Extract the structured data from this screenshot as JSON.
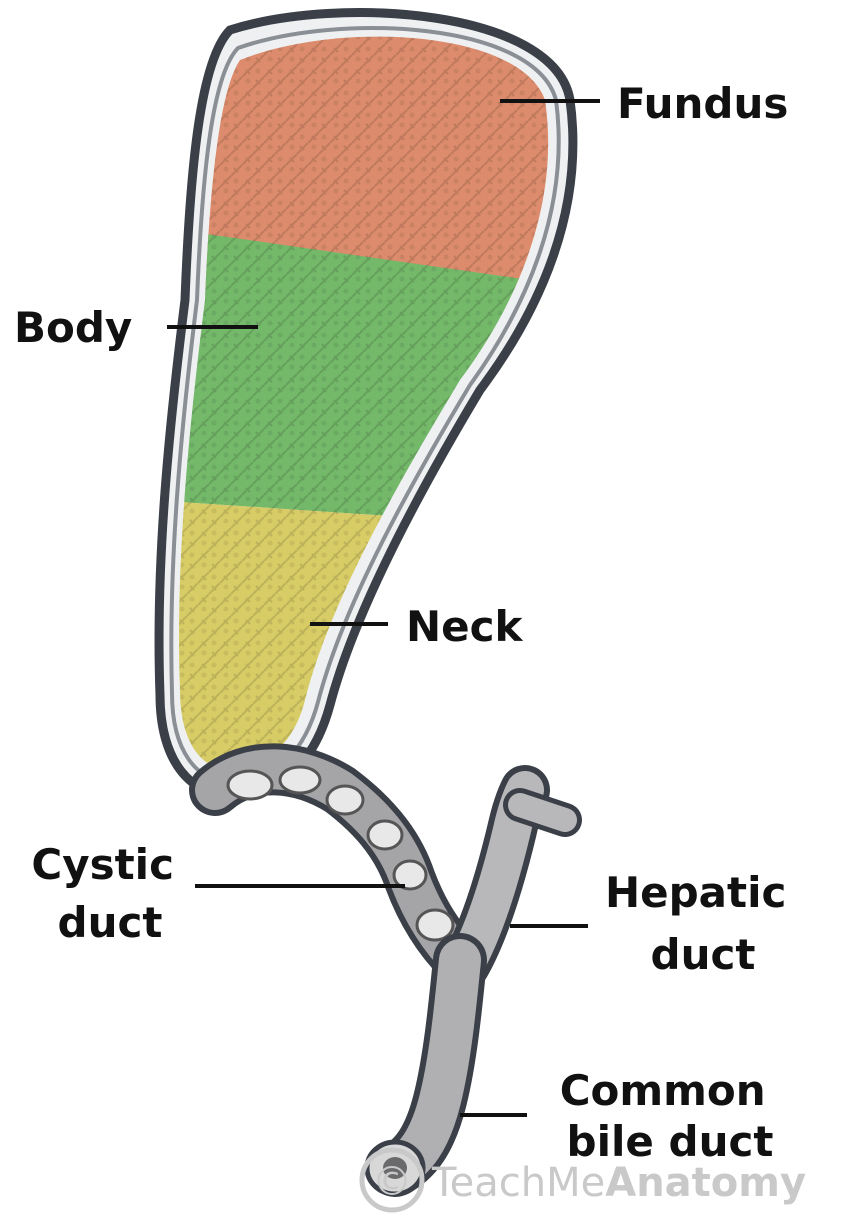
{
  "labels": {
    "fundus": "Fundus",
    "body": "Body",
    "neck": "Neck",
    "cystic_line1": "Cystic",
    "cystic_line2": "duct",
    "hepatic_line1": "Hepatic",
    "hepatic_line2": "duct",
    "common_line1": "Common",
    "common_line2": "bile duct"
  },
  "watermark": {
    "part1": "TeachMe",
    "part2": "Anatomy",
    "symbol": "©"
  },
  "colors": {
    "fundus": "#dc8c6c",
    "body": "#74b86a",
    "neck": "#d8cc66",
    "wall": "#3a3f48",
    "duct": "#a5a5a8",
    "label": "#111111"
  }
}
